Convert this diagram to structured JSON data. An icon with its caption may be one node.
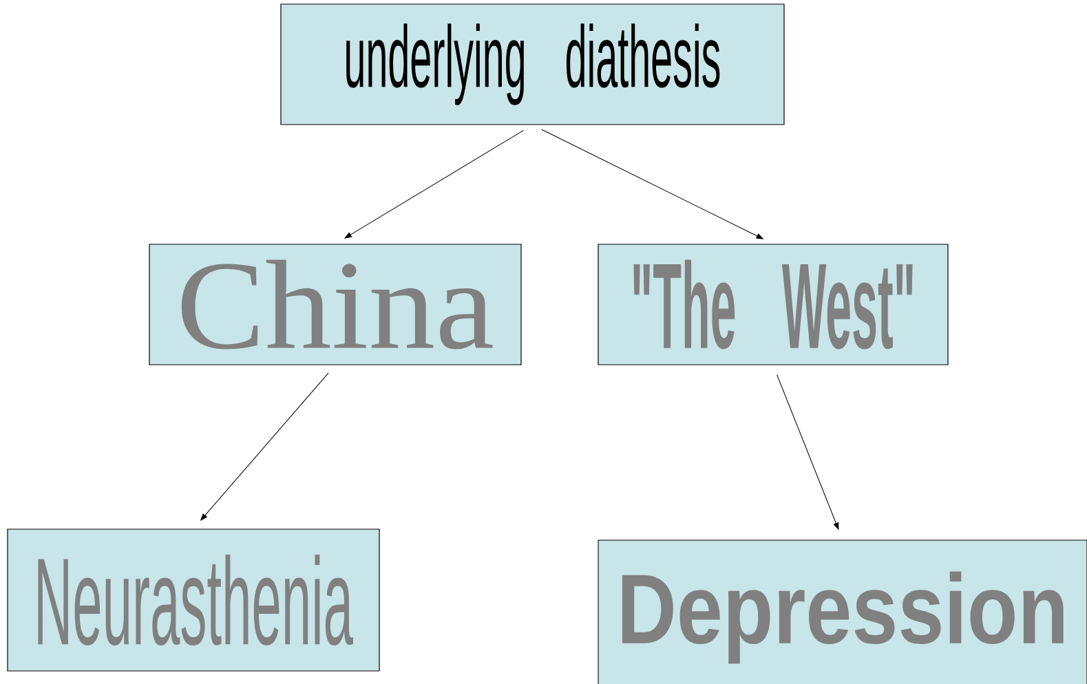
{
  "diagram": {
    "nodes": [
      {
        "text": [
          "underlying diathesis"
        ]
      },
      {
        "text": [
          "China"
        ]
      },
      {
        "text": [
          "\"The West\""
        ]
      },
      {
        "text": [
          "Neurasthenia"
        ]
      },
      {
        "text": [
          "Depression"
        ]
      }
    ],
    "edges": [
      {
        "from": 0,
        "to": 1,
        "arrow": "to"
      },
      {
        "from": 0,
        "to": 2,
        "arrow": "to"
      },
      {
        "from": 1,
        "to": 3,
        "arrow": "to"
      },
      {
        "from": 2,
        "to": 4,
        "arrow": "to"
      }
    ]
  }
}
